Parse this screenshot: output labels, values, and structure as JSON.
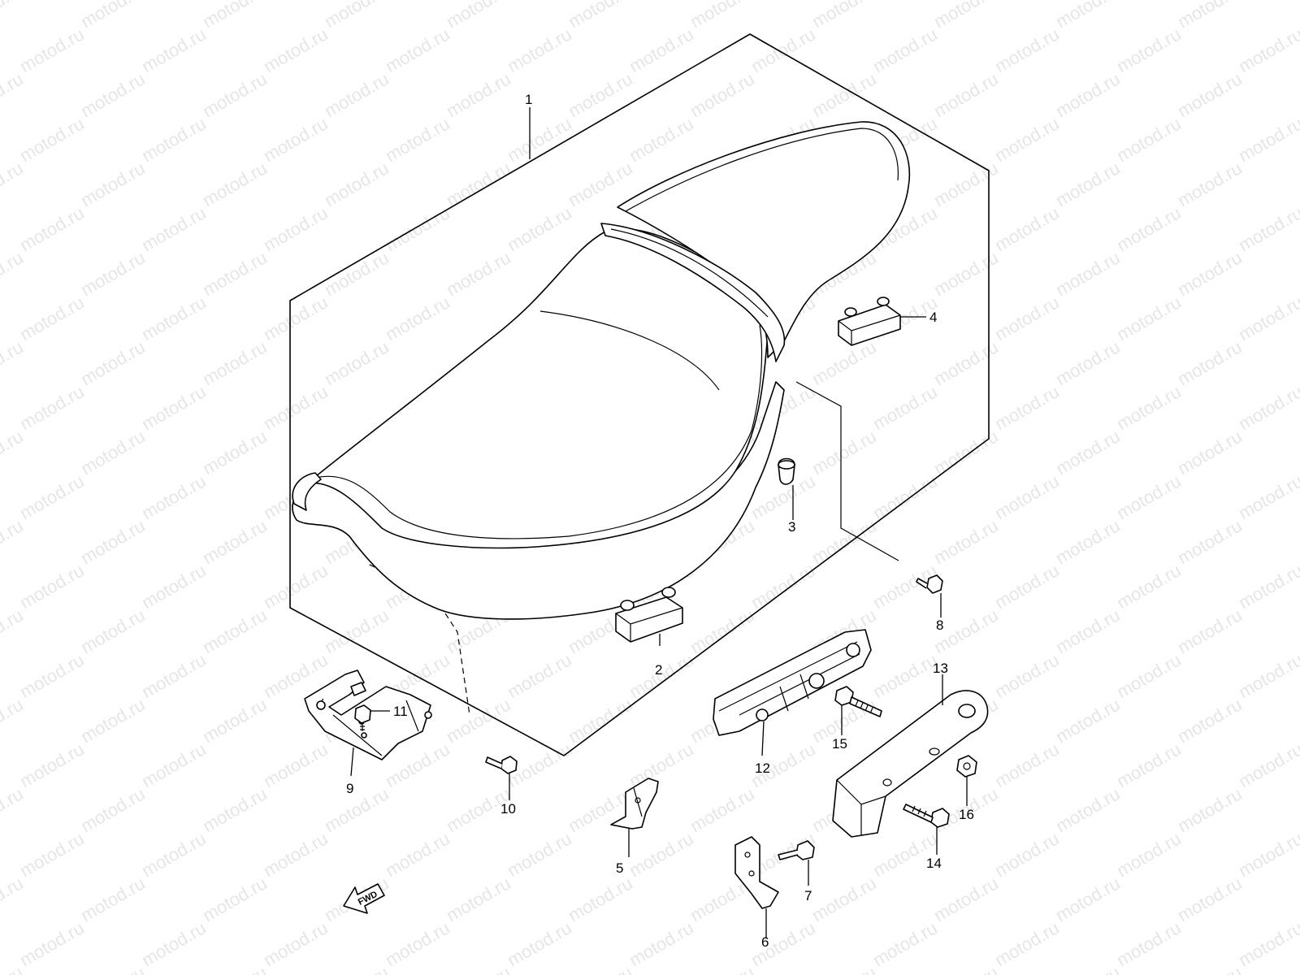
{
  "watermark": "motod.ru",
  "fwd_label": "FWD",
  "callouts": [
    {
      "id": "1",
      "label": "1"
    },
    {
      "id": "2",
      "label": "2"
    },
    {
      "id": "3",
      "label": "3"
    },
    {
      "id": "4",
      "label": "4"
    },
    {
      "id": "5",
      "label": "5"
    },
    {
      "id": "6",
      "label": "6"
    },
    {
      "id": "7",
      "label": "7"
    },
    {
      "id": "8",
      "label": "8"
    },
    {
      "id": "9",
      "label": "9"
    },
    {
      "id": "10",
      "label": "10"
    },
    {
      "id": "11",
      "label": "11"
    },
    {
      "id": "12",
      "label": "12"
    },
    {
      "id": "13",
      "label": "13"
    },
    {
      "id": "14",
      "label": "14"
    },
    {
      "id": "15",
      "label": "15"
    },
    {
      "id": "16",
      "label": "16"
    }
  ]
}
